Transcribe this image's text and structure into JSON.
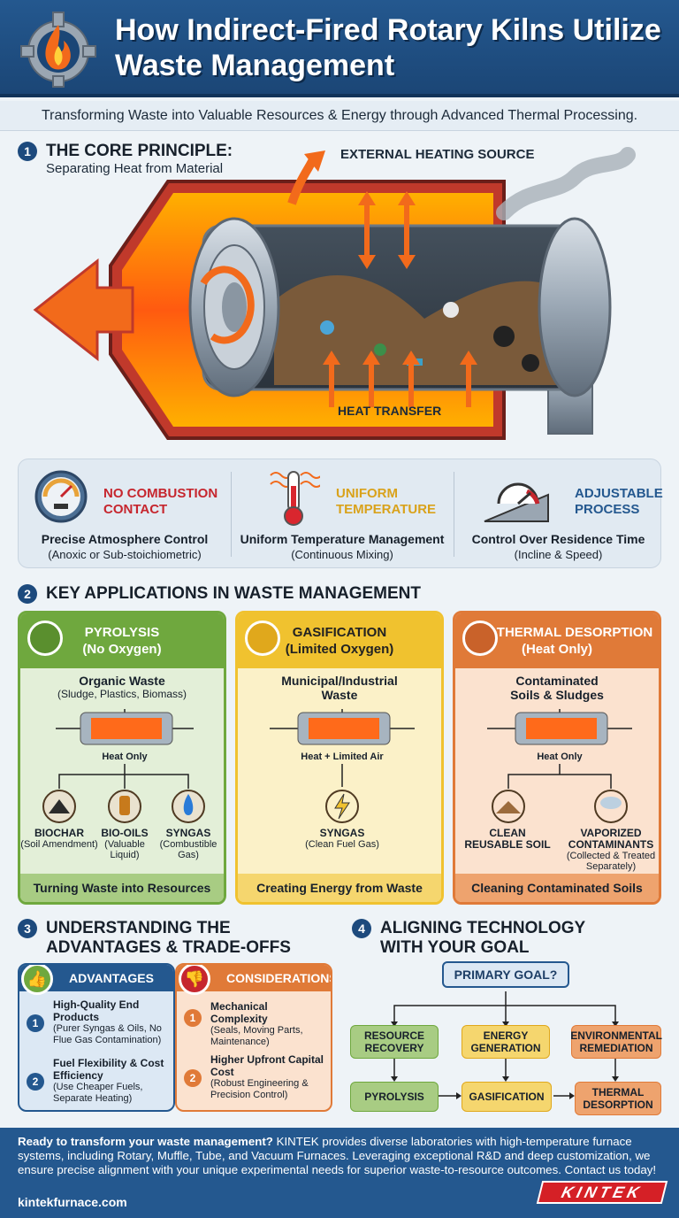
{
  "header": {
    "title": "How Indirect-Fired Rotary Kilns Utilize Waste Management",
    "subtitle": "Transforming Waste into Valuable Resources & Energy through Advanced Thermal Processing.",
    "icon": "flame-gear-icon"
  },
  "section1": {
    "num": "1",
    "title": "THE CORE PRINCIPLE:",
    "subtitle": "Separating Heat from Material",
    "external_label": "EXTERNAL HEATING SOURCE",
    "heat_label": "HEAT TRANSFER",
    "principles": [
      {
        "tag": "NO COMBUSTION CONTACT",
        "tag_color": "#c6262e",
        "name": "Precise Atmosphere Control",
        "note": "(Anoxic or Sub-stoichiometric)",
        "icon": "gauge-icon"
      },
      {
        "tag": "UNIFORM TEMPERATURE",
        "tag_color": "#d9a21b",
        "name": "Uniform Temperature Management",
        "note": "(Continuous Mixing)",
        "icon": "thermometer-icon"
      },
      {
        "tag": "ADJUSTABLE PROCESS",
        "tag_color": "#24588f",
        "name": "Control Over Residence Time",
        "note": "(Incline & Speed)",
        "icon": "incline-gauge-icon"
      }
    ]
  },
  "section2": {
    "num": "2",
    "title": "KEY APPLICATIONS IN WASTE MANAGEMENT",
    "apps": [
      {
        "title": "PYROLYSIS",
        "condition": "(No Oxygen)",
        "input": "Organic Waste",
        "input_note": "(Sludge, Plastics, Biomass)",
        "heat": "Heat Only",
        "footer": "Turning Waste into Resources",
        "icon": "flask-leaf-icon",
        "products": [
          {
            "name": "BIOCHAR",
            "note": "(Soil Amendment)",
            "icon": "biochar-icon"
          },
          {
            "name": "BIO-OILS",
            "note": "(Valuable Liquid)",
            "icon": "oil-bottle-icon"
          },
          {
            "name": "SYNGAS",
            "note": "(Combustible Gas)",
            "icon": "gas-flame-icon"
          }
        ]
      },
      {
        "title": "GASIFICATION",
        "condition": "(Limited Oxygen)",
        "input": "Municipal/Industrial Waste",
        "input_note": "",
        "heat": "Heat + Limited Air",
        "footer": "Creating Energy from Waste",
        "icon": "lightning-icon",
        "products": [
          {
            "name": "SYNGAS",
            "note": "(Clean Fuel Gas)",
            "icon": "lightning-icon"
          }
        ]
      },
      {
        "title": "THERMAL DESORPTION",
        "condition": "(Heat Only)",
        "input": "Contaminated Soils & Sludges",
        "input_note": "",
        "heat": "Heat Only",
        "footer": "Cleaning Contaminated Soils",
        "icon": "soil-steam-icon",
        "products": [
          {
            "name": "CLEAN REUSABLE SOIL",
            "note": "",
            "icon": "soil-pile-icon"
          },
          {
            "name": "VAPORIZED CONTAMINANTS",
            "note": "(Collected & Treated Separately)",
            "icon": "cloud-vapor-icon"
          }
        ]
      }
    ]
  },
  "section3": {
    "num": "3",
    "title_line1": "UNDERSTANDING THE",
    "title_line2": "ADVANTAGES & TRADE-OFFS",
    "advantages": {
      "label": "ADVANTAGES",
      "icon": "thumbs-up-icon",
      "items": [
        {
          "num": "1",
          "title": "High-Quality End Products",
          "note": "(Purer Syngas & Oils, No Flue Gas Contamination)"
        },
        {
          "num": "2",
          "title": "Fuel Flexibility & Cost Efficiency",
          "note": "(Use Cheaper Fuels, Separate Heating)"
        }
      ]
    },
    "considerations": {
      "label": "CONSIDERATIONS",
      "icon": "thumbs-down-icon",
      "items": [
        {
          "num": "1",
          "title": "Mechanical Complexity",
          "note": "(Seals, Moving Parts, Maintenance)"
        },
        {
          "num": "2",
          "title": "Higher Upfront Capital Cost",
          "note": "(Robust Engineering & Precision Control)"
        }
      ]
    }
  },
  "section4": {
    "num": "4",
    "title_line1": "ALIGNING TECHNOLOGY",
    "title_line2": "WITH YOUR GOAL",
    "root": "PRIMARY GOAL?",
    "goals": [
      "RESOURCE RECOVERY",
      "ENERGY GENERATION",
      "ENVIRONMENTAL REMEDIATION"
    ],
    "techs": [
      "PYROLYSIS",
      "GASIFICATION",
      "THERMAL DESORPTION"
    ]
  },
  "footer": {
    "lead": "Ready to transform your waste management?",
    "text": " KINTEK provides diverse laboratories with high-temperature furnace systems, including Rotary, Muffle, Tube, and Vacuum Furnaces. Leveraging exceptional R&D and deep customization, we ensure precise alignment with your unique experimental needs for superior waste-to-resource outcomes. Contact us today!",
    "url": "kintekfurnace.com",
    "logo": "KINTEK"
  },
  "colors": {
    "navy": "#24588f",
    "green": "#6fa83e",
    "yellow": "#f0c22f",
    "orange": "#e07a38",
    "red": "#c6262e"
  }
}
